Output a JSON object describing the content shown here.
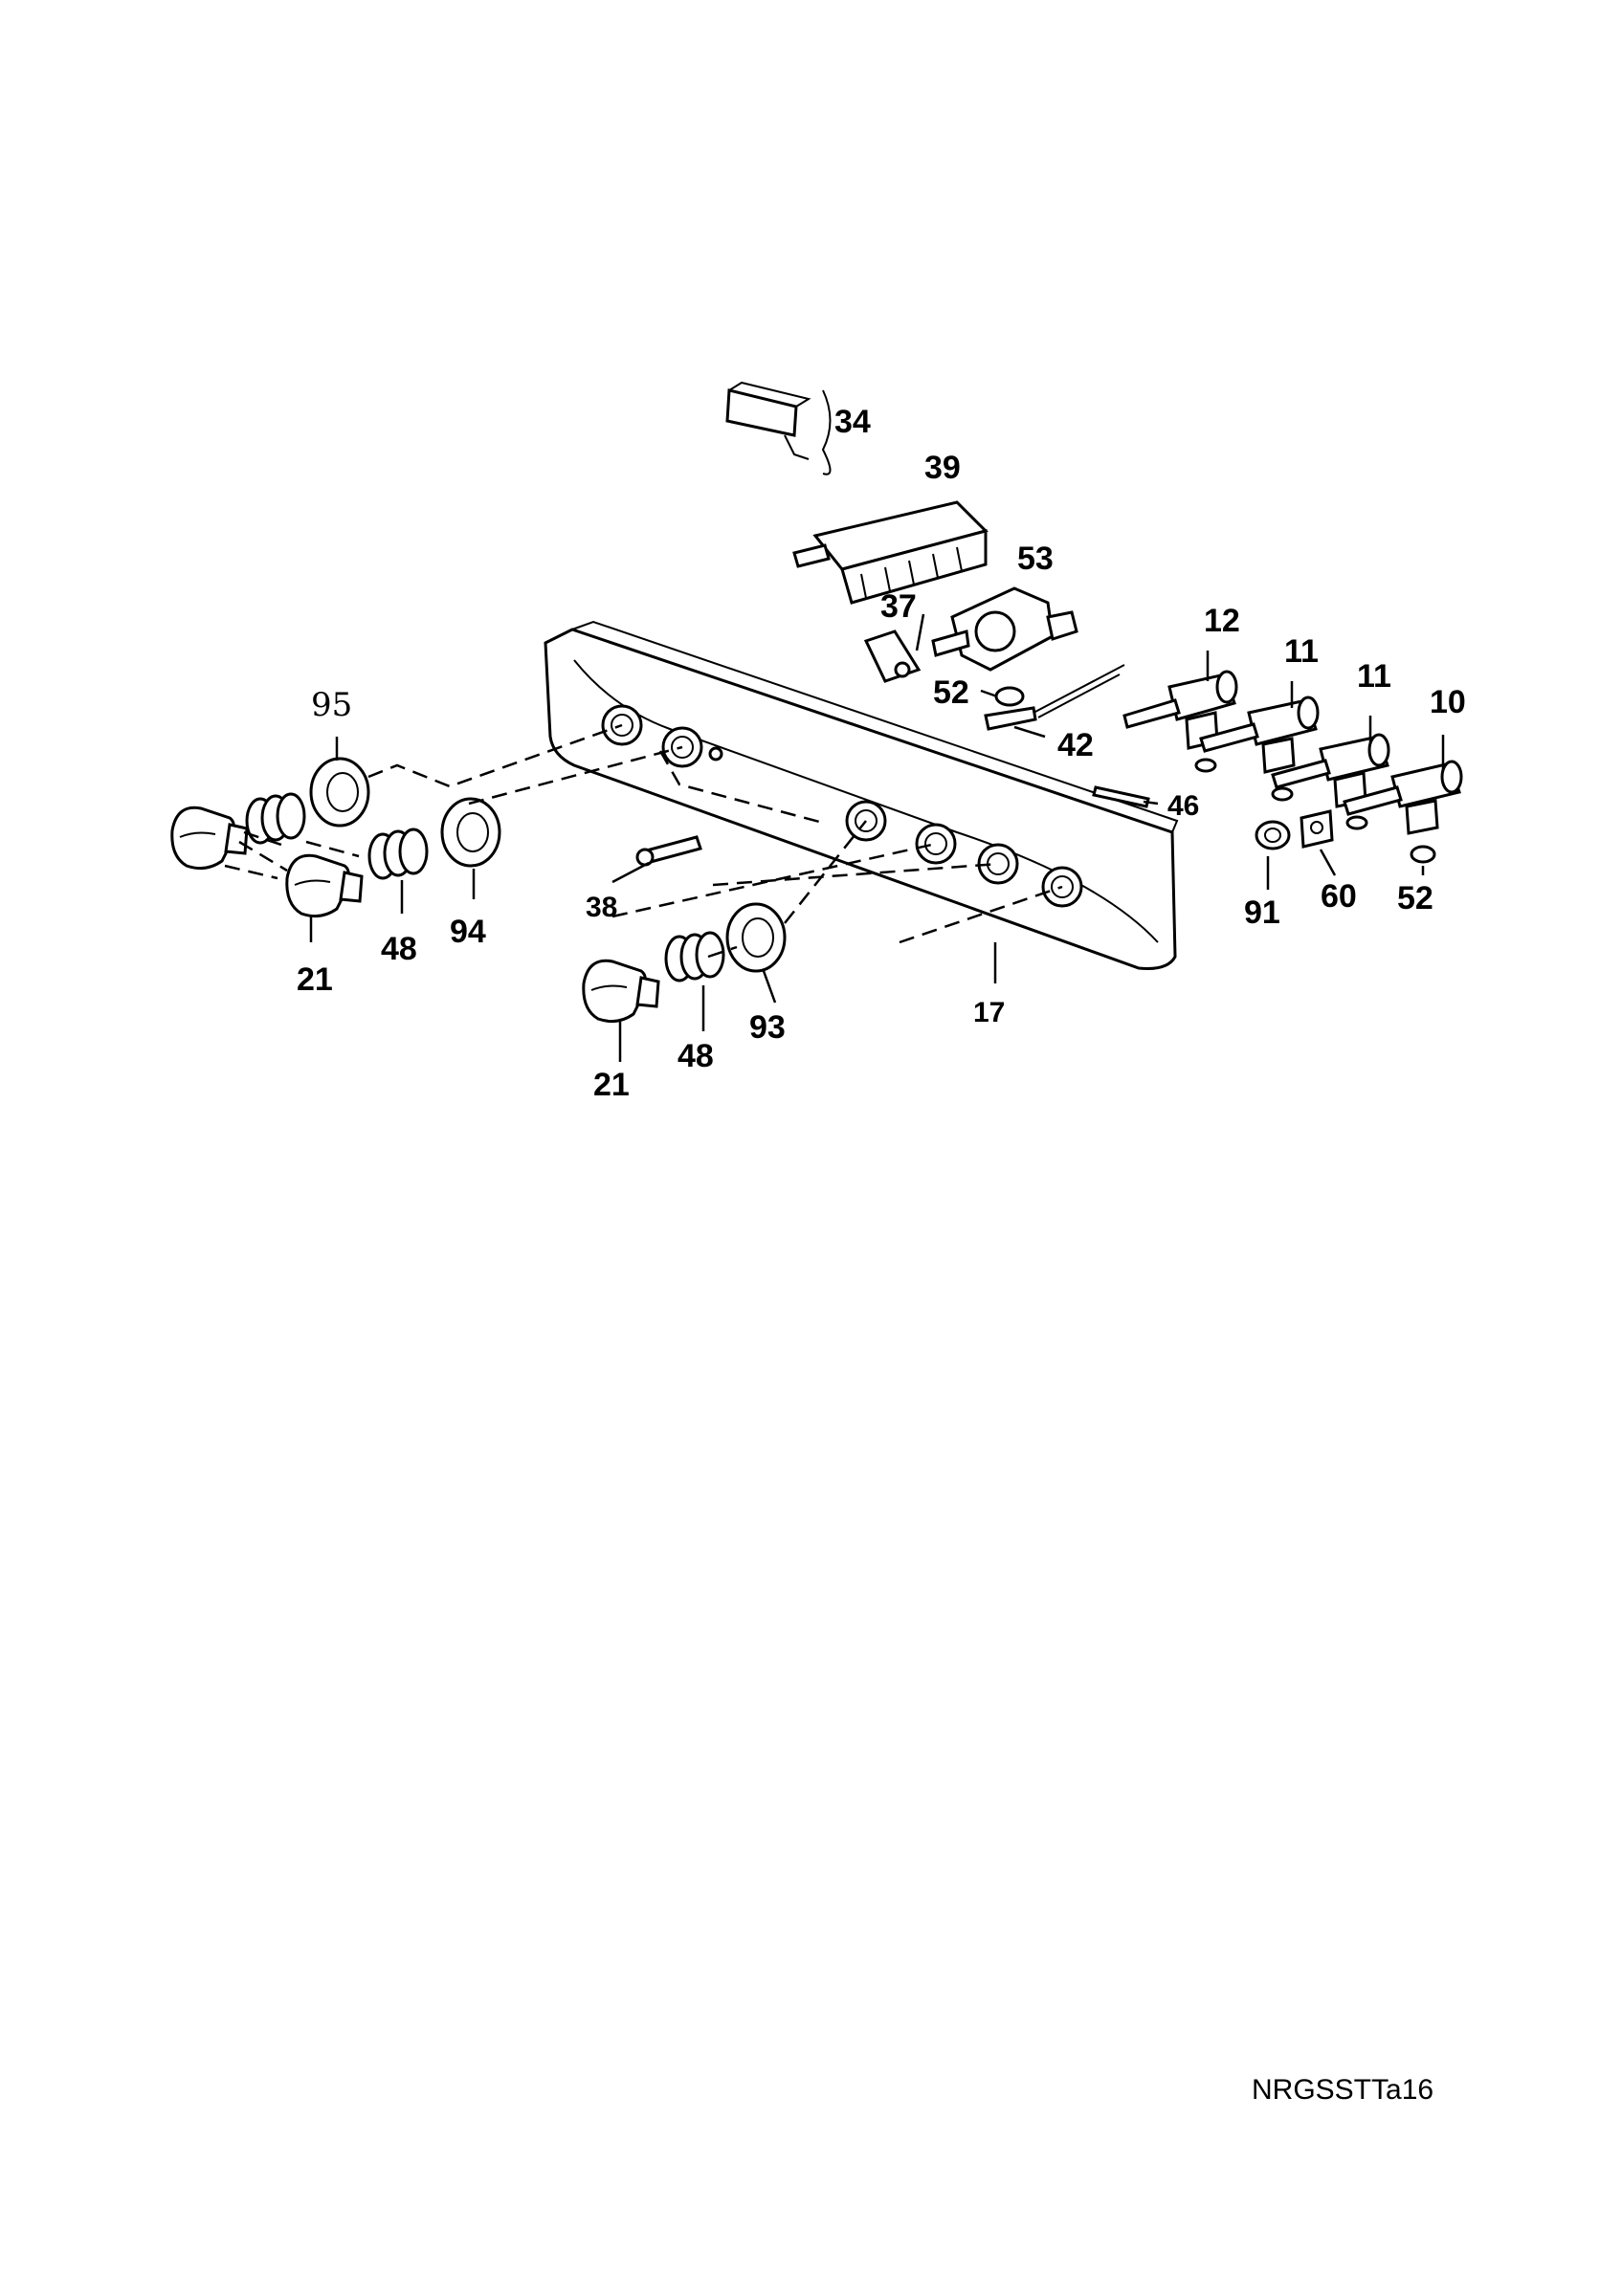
{
  "diagram": {
    "drawing_code": "NRGSSTTa16",
    "callouts": {
      "c34": "34",
      "c39": "39",
      "c53": "53",
      "c37": "37",
      "c12": "12",
      "c11a": "11",
      "c11b": "11",
      "c10": "10",
      "c52a": "52",
      "c42": "42",
      "c46": "46",
      "c95": "95",
      "c94": "94",
      "c48a": "48",
      "c21a": "21",
      "c38": "38",
      "c48b": "48",
      "c93": "93",
      "c21b": "21",
      "c17": "17",
      "c91": "91",
      "c60": "60",
      "c52b": "52"
    }
  }
}
